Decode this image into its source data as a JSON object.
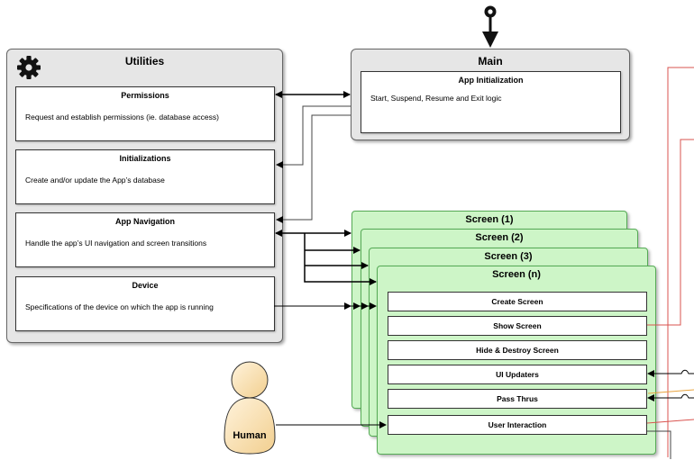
{
  "utilities": {
    "title": "Utilities",
    "icon": "gear-icon",
    "boxes": [
      {
        "title": "Permissions",
        "desc": "Request and establish permissions (ie. database access)"
      },
      {
        "title": "Initializations",
        "desc": "Create and/or update the App’s database"
      },
      {
        "title": "App Navigation",
        "desc": "Handle the app’s UI navigation and screen transitions"
      },
      {
        "title": "Device",
        "desc": "Specifications of the device on which the app is running"
      }
    ]
  },
  "main": {
    "title": "Main",
    "entry_icon": "entry-point-arrow-icon",
    "box": {
      "title": "App Initialization",
      "desc": "Start, Suspend, Resume and Exit logic"
    }
  },
  "screens": {
    "stack_titles": [
      "Screen (1)",
      "Screen (2)",
      "Screen (3)",
      "Screen (n)"
    ],
    "items": [
      "Create Screen",
      "Show Screen",
      "Hide & Destroy Screen",
      "UI Updaters",
      "Pass Thrus",
      "User Interaction"
    ]
  },
  "actor": {
    "label": "Human",
    "icon": "human-actor-icon"
  },
  "colors": {
    "panel_fill": "#e6e6e6",
    "screen_fill": "#cdf5c7",
    "screen_border": "#55aa55",
    "actor_fill": "#fde3b4",
    "wire_red": "#d9534f",
    "wire_orange": "#e8a33d"
  }
}
